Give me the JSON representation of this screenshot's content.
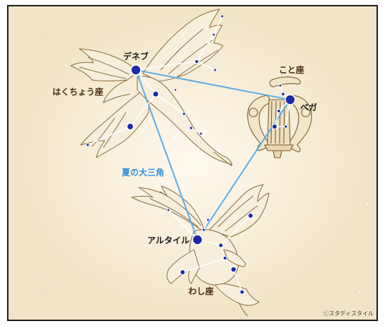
{
  "labels": {
    "deneb": "デネブ",
    "cygnus": "はくちょう座",
    "lyra": "こと座",
    "vega": "ベガ",
    "triangle": "夏の大三角",
    "altair": "アルタイル",
    "aquila": "わし座"
  },
  "credit": "ⓒスタディスタイル",
  "colors": {
    "background": "#f4e9cf",
    "star": "#1c2aa6",
    "triangle_line": "#5aaee8",
    "constellation_line": "#ffffff",
    "outline": "#8a6a3e",
    "label": "#4a2c12"
  }
}
